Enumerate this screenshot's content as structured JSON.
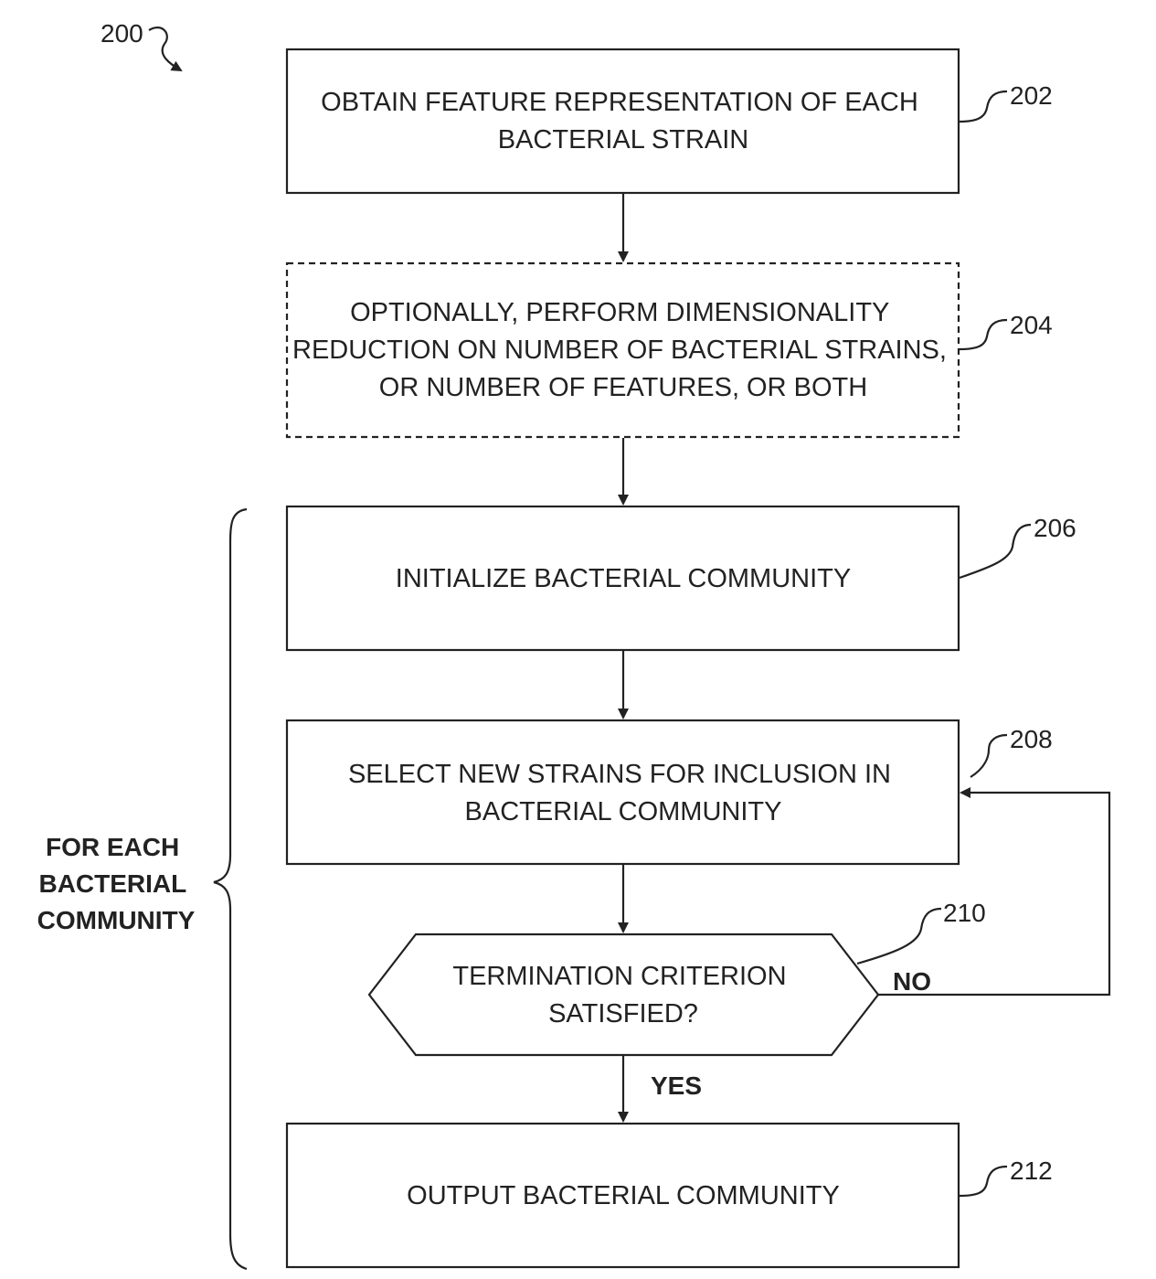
{
  "figure_ref": "200",
  "steps": [
    {
      "ref": "202",
      "lines": [
        "OBTAIN FEATURE REPRESENTATION OF EACH",
        "BACTERIAL STRAIN"
      ]
    },
    {
      "ref": "204",
      "lines": [
        "OPTIONALLY, PERFORM DIMENSIONALITY",
        "REDUCTION ON NUMBER OF BACTERIAL STRAINS,",
        "OR NUMBER OF FEATURES, OR BOTH"
      ]
    },
    {
      "ref": "206",
      "lines": [
        "INITIALIZE BACTERIAL COMMUNITY"
      ]
    },
    {
      "ref": "208",
      "lines": [
        "SELECT NEW STRAINS FOR INCLUSION IN",
        "BACTERIAL COMMUNITY"
      ]
    },
    {
      "ref": "210",
      "lines": [
        "TERMINATION CRITERION",
        "SATISFIED?"
      ]
    },
    {
      "ref": "212",
      "lines": [
        "OUTPUT BACTERIAL COMMUNITY"
      ]
    }
  ],
  "decision": {
    "no_label": "NO",
    "yes_label": "YES"
  },
  "brace_label": [
    "FOR EACH",
    "BACTERIAL",
    "COMMUNITY"
  ]
}
